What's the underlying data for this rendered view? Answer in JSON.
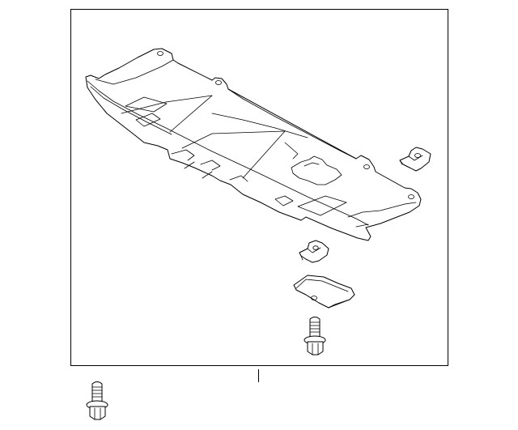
{
  "diagram": {
    "parts": [
      {
        "id": "splash-shield"
      },
      {
        "id": "retainer-clip-upper-right"
      },
      {
        "id": "retainer-clip-middle"
      },
      {
        "id": "mounting-bracket"
      },
      {
        "id": "flange-bolt-inside-frame"
      },
      {
        "id": "flange-bolt-outside-frame"
      }
    ],
    "colors": {
      "background": "#ffffff",
      "line": "#000000",
      "fill": "#ffffff"
    }
  }
}
